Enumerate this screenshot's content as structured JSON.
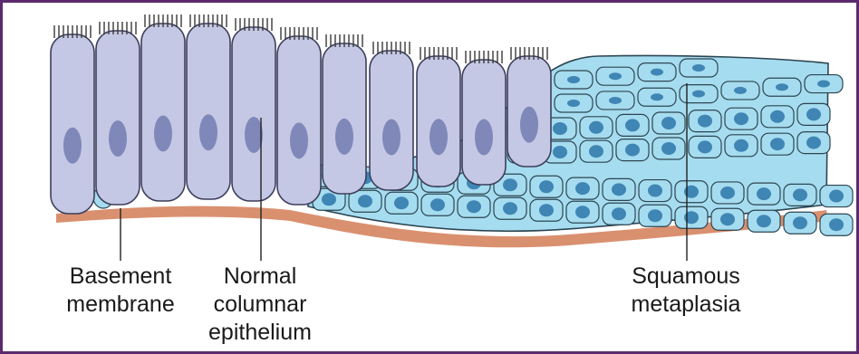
{
  "figure": {
    "colors": {
      "frame": "#5b2a6e",
      "columnar_cell_fill": "#c5c8e4",
      "columnar_cell_stroke": "#3d3f5c",
      "nucleus_columnar": "#7f88b9",
      "squamous_cell_fill": "#a6dcef",
      "squamous_cell_stroke": "#2c4552",
      "nucleus_squamous": "#3f86b5",
      "basement_membrane": "#d9906f",
      "cilia": "#3a3a3a",
      "pointer_line": "#222222"
    },
    "labels": {
      "basement": {
        "line1": "Basement",
        "line2": "membrane"
      },
      "normal": {
        "line1": "Normal",
        "line2": "columnar",
        "line3": "epithelium"
      },
      "squamous": {
        "line1": "Squamous",
        "line2": "metaplasia"
      }
    }
  }
}
